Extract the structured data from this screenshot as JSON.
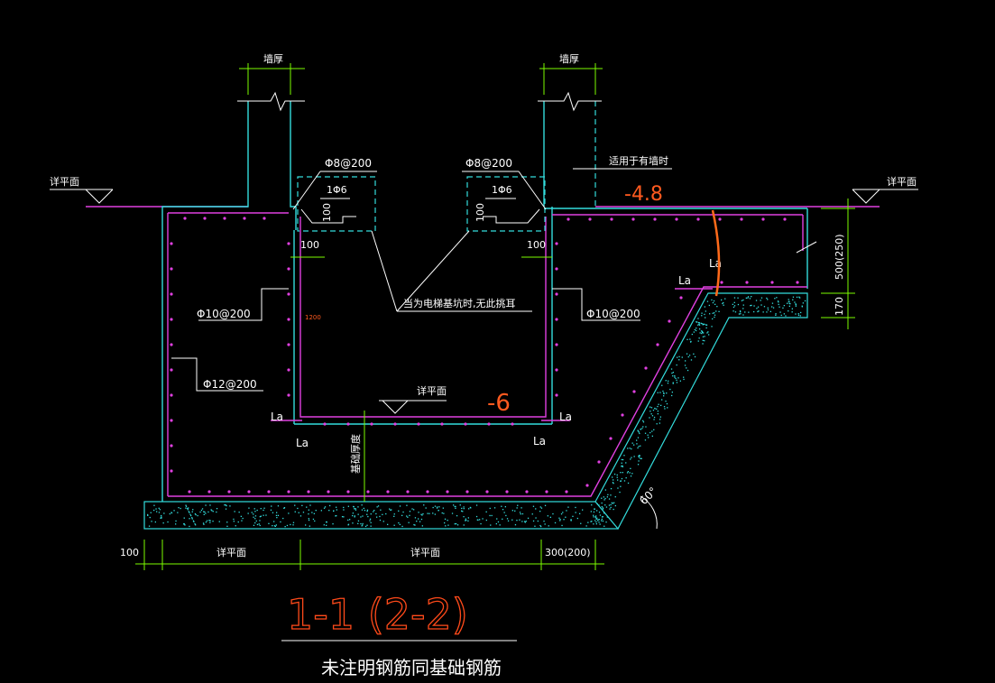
{
  "labels": {
    "wall_thickness": "墙厚",
    "see_plan": "详平面",
    "applies_with_wall": "适用于有墙时",
    "rebar_top_left": "Φ8@200",
    "rebar_top_right": "Φ8@200",
    "rebar_small": "1Φ6",
    "dim_100": "100",
    "note_elevator": "当为电梯基坑时,无此挑耳",
    "rebar_phi10": "Φ10@200",
    "rebar_phi12": "Φ12@200",
    "anchor_la": "La",
    "foundation_thickness": "基础厚度",
    "dim_300_200": "300(200)",
    "dim_500_250": "500(250)",
    "dim_170": "170",
    "angle_60": "60°",
    "marker_1200": "1200"
  },
  "elevations": {
    "top": "-4.8",
    "pit_bottom": "-6"
  },
  "title": {
    "section": "1-1   (2-2)",
    "note": "未注明钢筋同基础钢筋"
  },
  "colors": {
    "background": "#000000",
    "structure": "#33dddd",
    "rebar": "#e040e0",
    "dimension": "#7CFC00",
    "annotation": "#ff5a1f",
    "text": "#ffffff"
  }
}
